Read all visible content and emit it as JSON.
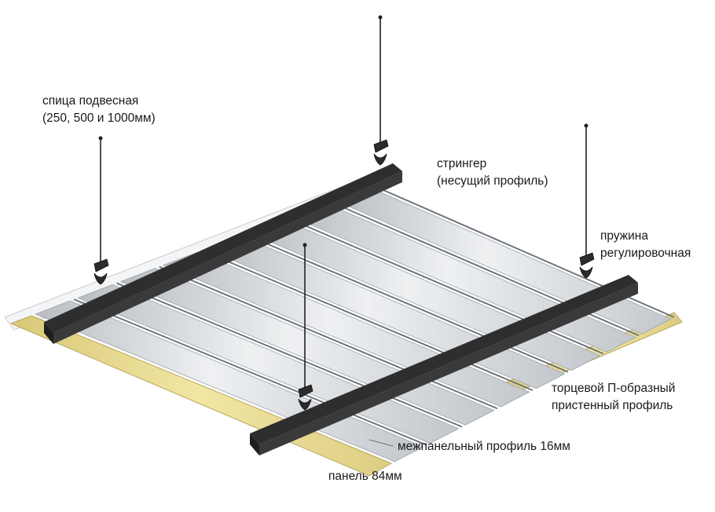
{
  "labels": {
    "rod": {
      "line1": "спица подвесная",
      "line2": "(250, 500 и 1000мм)"
    },
    "stringer": {
      "line1": "стрингер",
      "line2": "(несущий профиль)"
    },
    "spring": {
      "line1": "пружина",
      "line2": "регулировочная"
    },
    "end_profile": {
      "line1": "торцевой П-образный",
      "line2": "пристенный профиль"
    },
    "interpanel": {
      "line1": "межпанельный профиль 16мм"
    },
    "panel": {
      "line1": "панель 84мм"
    }
  },
  "colors": {
    "panel_silver": "#c9ccd0",
    "panel_highlight": "#eef0f2",
    "end_profile_yellow": "#e8d98c",
    "stringer_black": "#2b2b2b",
    "rod_black": "#222222"
  },
  "icons": {
    "rod": "suspension-rod",
    "spring": "adjusting-spring"
  }
}
